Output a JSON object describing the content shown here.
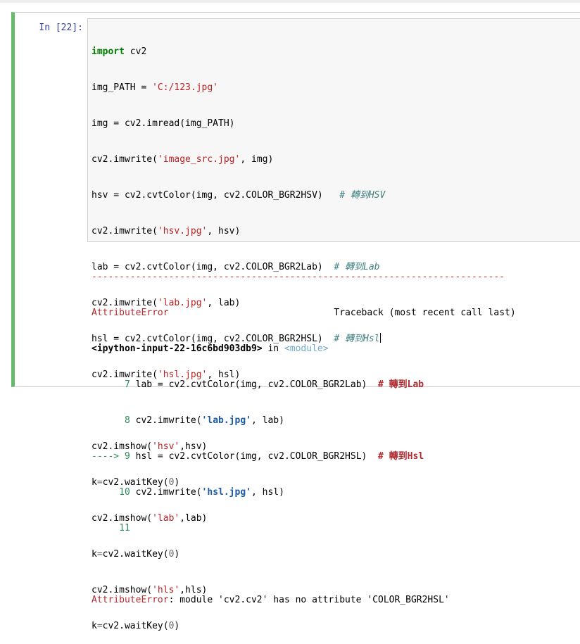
{
  "cell": {
    "prompt": "In [22]:",
    "code_lines": [
      [
        "import",
        " cv2"
      ],
      [
        "img_PATH = ",
        "'C:/123.jpg'"
      ],
      [
        "img = cv2.imread(img_PATH)"
      ],
      [
        "cv2.imwrite(",
        "'image_src.jpg'",
        ", img)"
      ],
      [
        "hsv = cv2.cvtColor(img, cv2.COLOR_BGR2HSV)   ",
        "# 轉到HSV"
      ],
      [
        "cv2.imwrite(",
        "'hsv.jpg'",
        ", hsv)"
      ],
      [
        "lab = cv2.cvtColor(img, cv2.COLOR_BGR2Lab)  ",
        "# 轉到Lab"
      ],
      [
        "cv2.imwrite(",
        "'lab.jpg'",
        ", lab)"
      ],
      [
        "hsl = cv2.cvtColor(img, cv2.COLOR_BGR2HSL)  ",
        "# 轉到Hsl"
      ],
      [
        "cv2.imwrite(",
        "'hsl.jpg'",
        ", hsl)"
      ],
      [
        ""
      ],
      [
        "cv2.imshow(",
        "'hsv'",
        ",hsv)"
      ],
      [
        "k",
        "=",
        "cv2.waitKey(",
        "0",
        ")"
      ],
      [
        "cv2.imshow(",
        "'lab'",
        ",lab)"
      ],
      [
        "k",
        "=",
        "cv2.waitKey(",
        "0",
        ")"
      ],
      [
        "cv2.imshow(",
        "'hls'",
        ",hls)"
      ],
      [
        "k",
        "=",
        "cv2.waitKey(",
        "0",
        ")"
      ]
    ]
  },
  "traceback": {
    "separator": "---------------------------------------------------------------------------",
    "error_name": "AttributeError",
    "header_right": "Traceback (most recent call last)",
    "location": "<ipython-input-22-16c6bd903db9>",
    "in_word": " in ",
    "module": "<module>",
    "lines": [
      {
        "prefix": "      7 ",
        "code_a": "lab = cv2.cvtColor(img, cv2.COLOR_BGR2Lab)  ",
        "comment": "# 轉到Lab"
      },
      {
        "prefix": "      8 ",
        "code_a": "cv2.imwrite(",
        "str": "'lab.jpg'",
        "code_b": ", lab)"
      },
      {
        "prefix": "----> 9 ",
        "code_a": "hsl = cv2.cvtColor(img, cv2.COLOR_BGR2HSL)  ",
        "comment": "# 轉到Hsl"
      },
      {
        "prefix": "     10 ",
        "code_a": "cv2.imwrite(",
        "str": "'hsl.jpg'",
        "code_b": ", hsl)"
      },
      {
        "prefix": "     11 "
      }
    ],
    "final_error_name": "AttributeError",
    "final_message": ": module 'cv2.cv2' has no attribute 'COLOR_BGR2HSL'"
  }
}
